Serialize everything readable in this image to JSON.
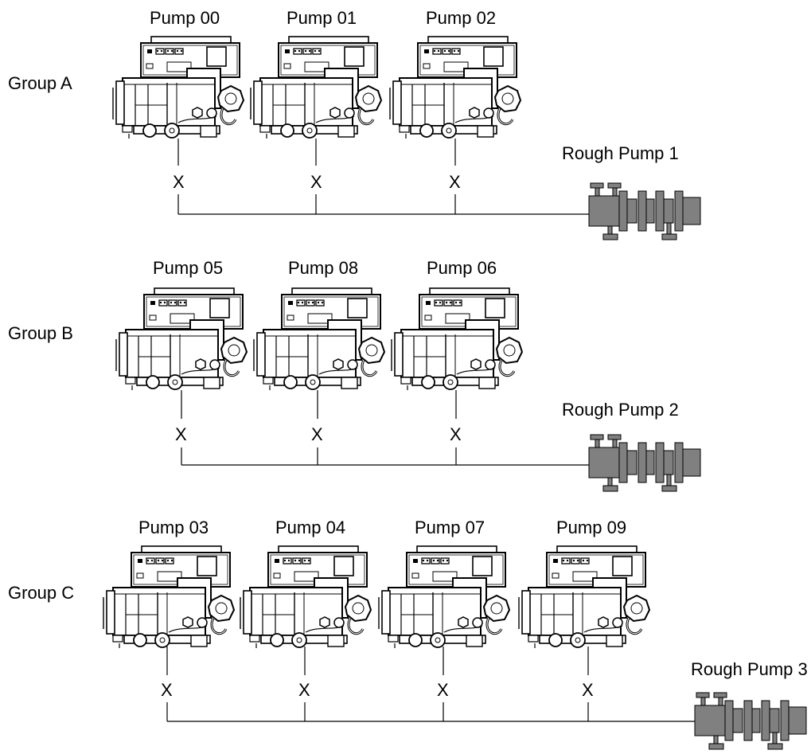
{
  "groups": [
    {
      "label": "Group A",
      "pumps": [
        "Pump 00",
        "Pump 01",
        "Pump 02"
      ],
      "rough_pump": "Rough Pump 1"
    },
    {
      "label": "Group B",
      "pumps": [
        "Pump 05",
        "Pump 08",
        "Pump 06"
      ],
      "rough_pump": "Rough Pump 2"
    },
    {
      "label": "Group C",
      "pumps": [
        "Pump 03",
        "Pump 04",
        "Pump 07",
        "Pump 09"
      ],
      "rough_pump": "Rough Pump 3"
    }
  ],
  "valve_mark": "X",
  "colors": {
    "line": "#000000",
    "rough_pump_fill": "#808080",
    "turbo_pump_ink": "#000000"
  }
}
